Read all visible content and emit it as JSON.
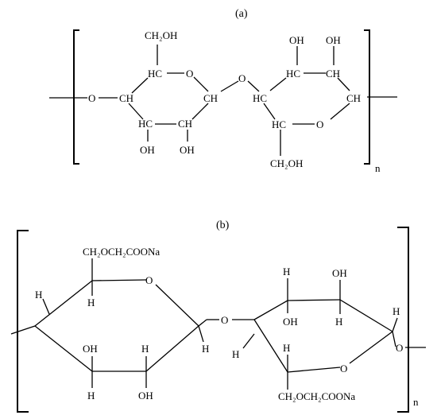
{
  "panel_a": {
    "caption": "(a)",
    "repeat_index": "n",
    "labels": {
      "ch2oh_top": "CH₂OH",
      "hc_ring1_top": "HC",
      "o_ring1": "O",
      "o_link_left": "O",
      "ch_ring1_left": "CH",
      "ch_ring1_right": "CH",
      "hc_ring1_bl": "HC",
      "ch_ring1_br": "CH",
      "oh_ring1_bl": "OH",
      "oh_ring1_br": "OH",
      "o_bridge": "O",
      "oh_ring2_left": "OH",
      "oh_ring2_right": "OH",
      "hc_ring2_top": "HC",
      "ch_ring2_top": "CH",
      "hc_ring2_left": "HC",
      "ch_ring2_right": "CH",
      "hc_ring2_bottom": "HC",
      "o_ring2": "O",
      "ch2oh_bottom": "CH₂OH"
    }
  },
  "panel_b": {
    "caption": "(b)",
    "repeat_index": "n",
    "labels": {
      "ch2ococoona_top": "CH₂OCH₂COONa",
      "o_ring1": "O",
      "h_ring1_far_left": "H",
      "h_ring1_top_left": "H",
      "oh_ring1_left": "OH",
      "h_ring1_mid": "H",
      "h_ring1_right": "H",
      "h_ring1_bottom_left": "H",
      "oh_ring1_bottom": "OH",
      "o_bridge": "O",
      "h_ring2_top": "H",
      "oh_ring2_top_right": "OH",
      "oh_ring2_mid": "OH",
      "h_ring2_mid_right": "H",
      "h_ring2_left": "H",
      "h_ring2_lower": "H",
      "o_ring2": "O",
      "h_ring2_right": "H",
      "o_link_right": "O",
      "ch2ococoona_bottom": "CH₂OCH₂COONa"
    }
  }
}
